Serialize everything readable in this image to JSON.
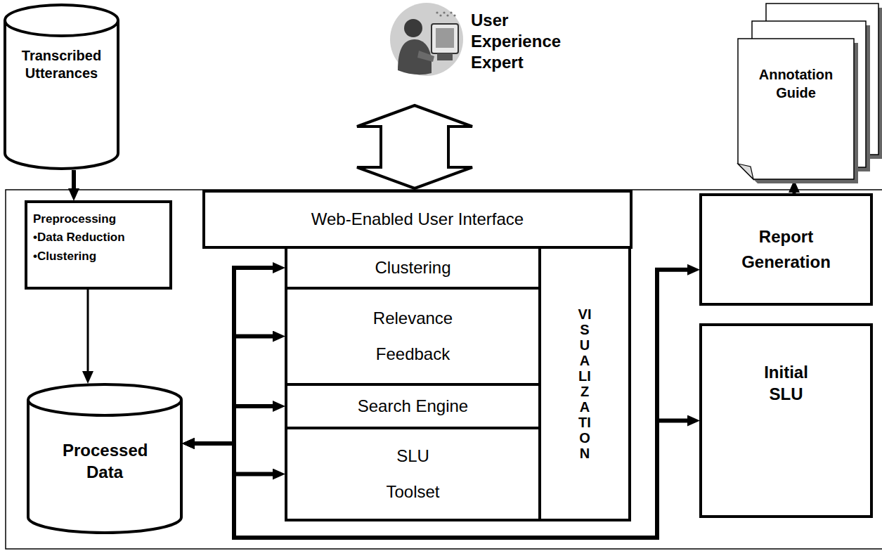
{
  "diagram": {
    "nodes": [
      {
        "text": [
          "Transcribed Utterances"
        ]
      },
      {
        "text": [
          "User Experience Expert"
        ]
      },
      {
        "text": [
          "Annotation Guide"
        ]
      },
      {
        "text": [
          "Preprocessing",
          "•Data Reduction",
          "•Clustering"
        ]
      },
      {
        "text": [
          "Web-Enabled User Interface"
        ]
      },
      {
        "text": [
          "Report Generation"
        ]
      },
      {
        "text": [
          "Clustering"
        ]
      },
      {
        "text": [
          "Relevance Feedback"
        ]
      },
      {
        "text": [
          "Search Engine"
        ]
      },
      {
        "text": [
          "SLU Toolset"
        ]
      },
      {
        "text": [
          "VISUALIZATION"
        ]
      },
      {
        "text": [
          "Initial SLU"
        ]
      },
      {
        "text": [
          "Processed Data"
        ]
      }
    ],
    "edges": [
      {
        "from": 0,
        "to": 3,
        "arrow": "to"
      },
      {
        "from": 3,
        "to": 12,
        "arrow": "to"
      },
      {
        "from": 1,
        "to": 4,
        "arrow": "both"
      },
      {
        "from": 5,
        "to": 2,
        "arrow": "to"
      },
      {
        "from": 12,
        "to": 6,
        "arrow": "both"
      },
      {
        "from": 12,
        "to": 7,
        "arrow": "both"
      },
      {
        "from": 12,
        "to": 8,
        "arrow": "both"
      },
      {
        "from": 12,
        "to": 9,
        "arrow": "both"
      },
      {
        "from": 12,
        "to": 5,
        "arrow": "both"
      },
      {
        "from": 12,
        "to": 11,
        "arrow": "both"
      }
    ]
  }
}
